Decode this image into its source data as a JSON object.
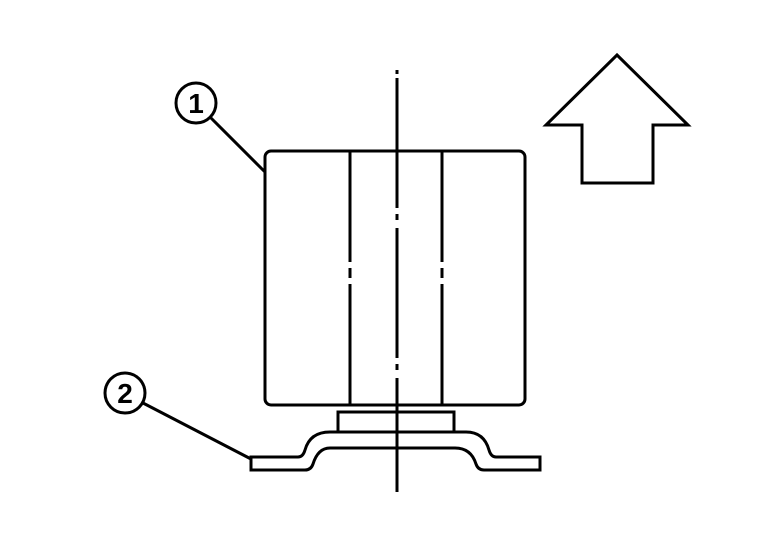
{
  "diagram": {
    "callouts": [
      {
        "number": "1",
        "target": "block"
      },
      {
        "number": "2",
        "target": "bracket"
      }
    ],
    "arrow_direction": "up",
    "colors": {
      "line": "#000000",
      "background": "#ffffff"
    }
  }
}
